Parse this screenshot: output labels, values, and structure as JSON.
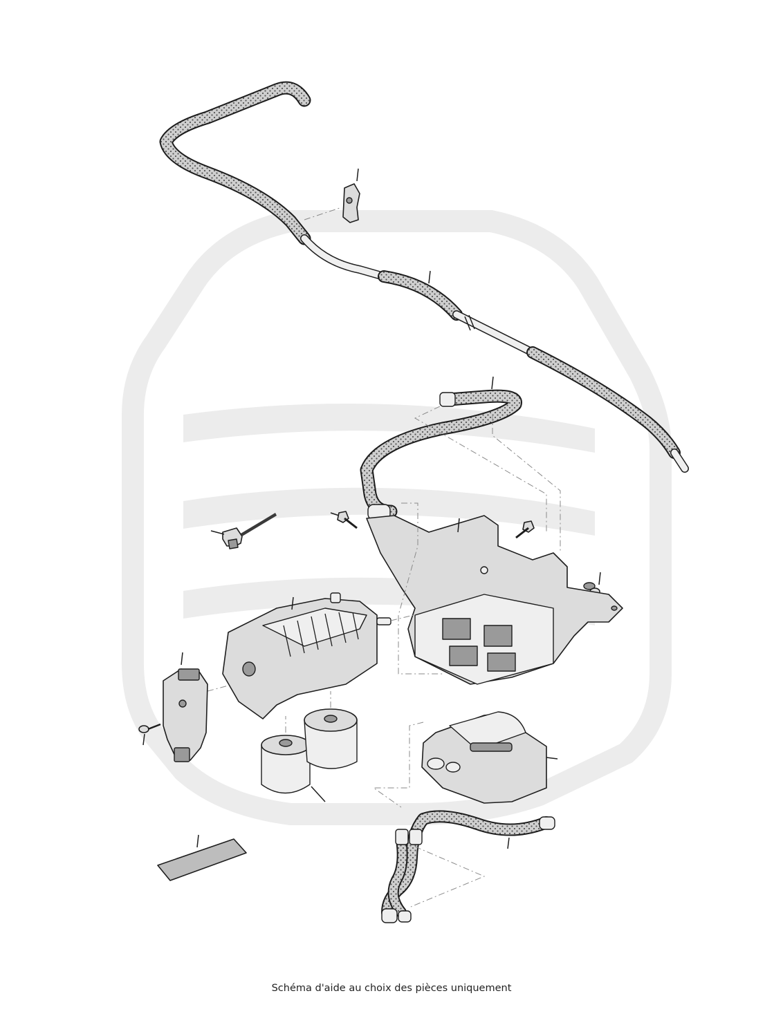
{
  "caption": "Schéma d'aide au choix des pièces uniquement",
  "colors": {
    "watermark": "#ececec",
    "hose_fill": "#cfcfcf",
    "hose_dots": "#555555",
    "line": "#1d1d1d",
    "part_fill": "#dcdcdc"
  },
  "parts": [
    "vent-hose-long",
    "hose-clip",
    "purge-hose-upper",
    "screw-upper-left",
    "screw-upper-right",
    "small-screw-right",
    "mounting-bracket",
    "wire-clip",
    "reductant-tank-housing",
    "heater-unit",
    "filter-cartridges",
    "screw-left",
    "filter-canister",
    "hose-y-lower",
    "foam-pad"
  ]
}
